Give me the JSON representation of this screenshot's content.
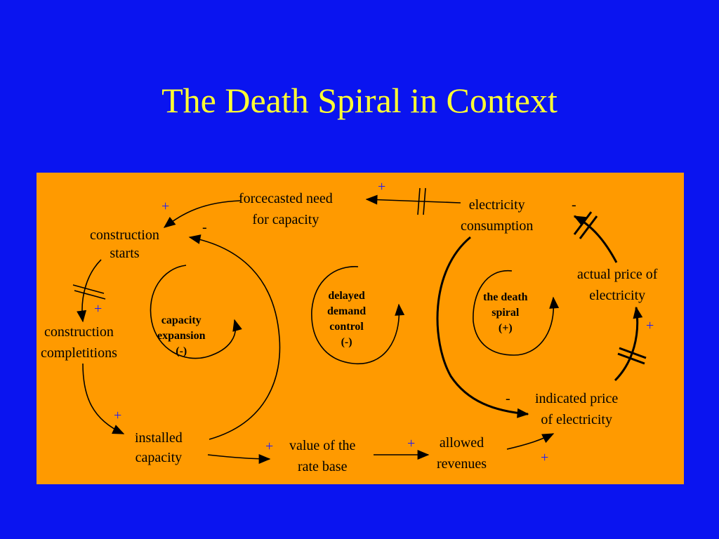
{
  "title": "The Death Spiral in Context",
  "colors": {
    "background": "#0a14f0",
    "title": "#ffff33",
    "panel": "#ff9a00",
    "positive_sign": "#1a1aff",
    "negative_sign": "#000000"
  },
  "nodes": {
    "forecasted_need": [
      "forcecasted need",
      "for capacity"
    ],
    "electricity_consumption": [
      "electricity",
      "consumption"
    ],
    "construction_starts": [
      "construction",
      "starts"
    ],
    "actual_price": [
      "actual price of",
      "electricity"
    ],
    "construction_completions": [
      "construction",
      "completitions"
    ],
    "indicated_price": [
      "indicated price",
      "of electricity"
    ],
    "installed_capacity": [
      "installed",
      "capacity"
    ],
    "rate_base": [
      "value of the",
      "rate base"
    ],
    "allowed_revenues": [
      "allowed",
      "revenues"
    ]
  },
  "loops": {
    "capacity_expansion": [
      "capacity",
      "expansion",
      "(-)"
    ],
    "delayed_demand_control": [
      "delayed",
      "demand",
      "control",
      "(-)"
    ],
    "death_spiral": [
      "the death",
      "spiral",
      "(+)"
    ]
  },
  "signs": {
    "need_to_starts": "+",
    "capacity_to_starts": "-",
    "starts_to_completions": "+",
    "completions_to_capacity": "+",
    "consumption_to_need": "+",
    "price_to_consumption": "-",
    "indicated_to_actual": "+",
    "consumption_to_indicated": "-",
    "capacity_to_rate_base": "+",
    "rate_base_to_revenues": "+",
    "revenues_to_indicated": "+"
  }
}
